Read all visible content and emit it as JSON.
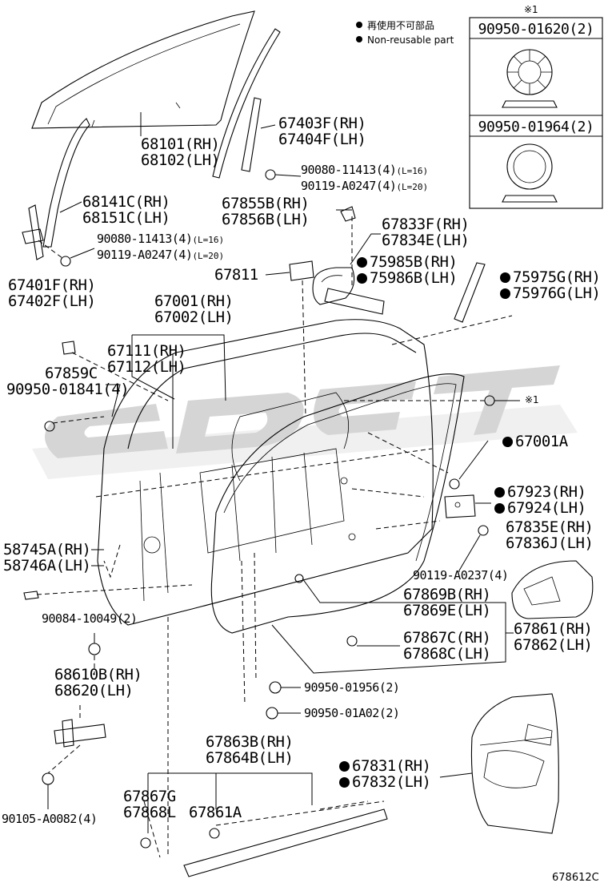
{
  "legend": {
    "jp": "再使用不可部品",
    "en": "Non-reusable part"
  },
  "watermark_text": "cdgt",
  "note_box": {
    "mark": "※1",
    "part1": "90950-01620(2)",
    "part2": "90950-01964(2)"
  },
  "labels": {
    "p68101": "68101(RH)",
    "p68102": "68102(LH)",
    "p67403": "67403F(RH)",
    "p67404": "67404F(LH)",
    "p90080a": "90080-11413(4)",
    "p90080a_note": "(L=16)",
    "p90119a": "90119-A0247(4)",
    "p90119a_note": "(L=20)",
    "p68141": "68141C(RH)",
    "p68151": "68151C(LH)",
    "p67855": "67855B(RH)",
    "p67856": "67856B(LH)",
    "p90080b": "90080-11413(4)",
    "p90080b_note": "(L=16)",
    "p90119b": "90119-A0247(4)",
    "p90119b_note": "(L=20)",
    "p67833": "67833F(RH)",
    "p67834": "67834E(LH)",
    "p67401": "67401F(RH)",
    "p67402": "67402F(LH)",
    "p67811": "67811",
    "p75985": "75985B(RH)",
    "p75986": "75986B(LH)",
    "p75975": "75975G(RH)",
    "p75976": "75976G(LH)",
    "p67001": "67001(RH)",
    "p67002": "67002(LH)",
    "p67111": "67111(RH)",
    "p67112": "67112(LH)",
    "p67859": "67859C",
    "p90950_01841": "90950-01841(4)",
    "p_note_mark": "※1",
    "p67001A": "67001A",
    "p67923": "67923(RH)",
    "p67924": "67924(LH)",
    "p67835": "67835E(RH)",
    "p67836": "67836J(LH)",
    "p58745": "58745A(RH)",
    "p58746": "58746A(LH)",
    "p90119_0237": "90119-A0237(4)",
    "p67869B": "67869B(RH)",
    "p67869E": "67869E(LH)",
    "p67861": "67861(RH)",
    "p67862": "67862(LH)",
    "p90084": "90084-10049(2)",
    "p67867C": "67867C(RH)",
    "p67868C": "67868C(LH)",
    "p68610": "68610B(RH)",
    "p68620": "68620(LH)",
    "p90950_01956": "90950-01956(2)",
    "p90950_01A02": "90950-01A02(2)",
    "p67863": "67863B(RH)",
    "p67864": "67864B(LH)",
    "p67831": "67831(RH)",
    "p67832": "67832(LH)",
    "p67867G": "67867G",
    "p67868L": "67868L",
    "p67861A": "67861A",
    "p90105": "90105-A0082(4)"
  },
  "diagram_code": "678612C"
}
